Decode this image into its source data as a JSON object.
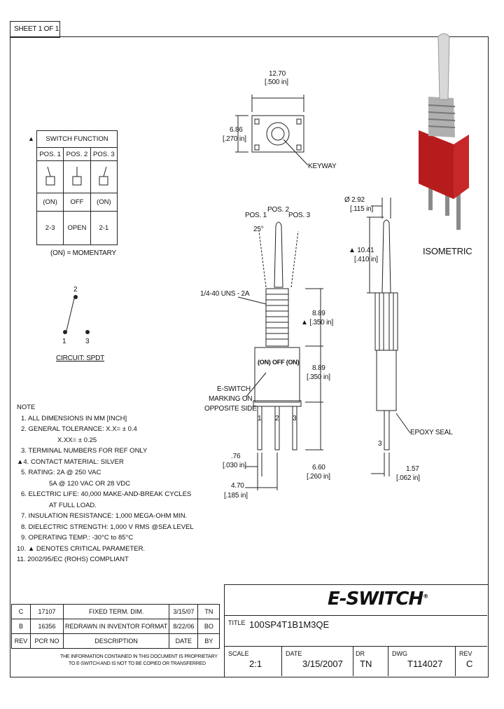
{
  "sheet": "SHEET 1 OF 1",
  "switch_function": {
    "header": "SWITCH FUNCTION",
    "marker": "▲",
    "positions": [
      "POS. 1",
      "POS. 2",
      "POS. 3"
    ],
    "row_function": [
      "(ON)",
      "OFF",
      "(ON)"
    ],
    "row_terminals": [
      "2-3",
      "OPEN",
      "2-1"
    ],
    "footnote": "(ON) = MOMENTARY"
  },
  "circuit": {
    "terminal_2": "2",
    "terminal_1": "1",
    "terminal_3": "3",
    "label": "CIRCUIT: SPDT"
  },
  "top_view": {
    "width_mm": "12.70",
    "width_in": "[.500 in]",
    "height_mm": "6.86",
    "height_in": "[.270 in]",
    "keyway": "KEYWAY"
  },
  "front_view": {
    "pos1": "POS. 1",
    "pos2": "POS. 2",
    "pos3": "POS. 3",
    "angle": "25°",
    "thread": "1/4-40 UNS - 2A",
    "bushing_mm": "8.89",
    "bushing_in": "[.350 in]",
    "body_mm": "8.89",
    "body_in": "[.350 in]",
    "body_text": "(ON) OFF (ON)",
    "marking": [
      "E-SWITCH",
      "MARKING ON",
      "OPPOSITE SIDE"
    ],
    "pin_width_mm": ".76",
    "pin_width_in": "[.030 in]",
    "pin_len_mm": "6.60",
    "pin_len_in": "[.260 in]",
    "pitch_mm": "4.70",
    "pitch_in": "[.185 in]",
    "pin_labels": [
      "1",
      "2",
      "3"
    ]
  },
  "side_view": {
    "dia_mm": "Ø 2.92",
    "dia_in": "[.115 in]",
    "lever_mm": "10.41",
    "lever_in": "[.410 in]",
    "seal": "EPOXY SEAL",
    "pin_label": "3",
    "pin_mm": "1.57",
    "pin_in": "[.062 in]"
  },
  "isometric": "ISOMETRIC",
  "notes": {
    "title": "NOTE",
    "lines": [
      "1. ALL DIMENSIONS IN MM [INCH]",
      "2. GENERAL TOLERANCE: X.X= ± 0.4",
      "X.XX= ± 0.25",
      "3. TERMINAL NUMBERS FOR REF ONLY",
      "▲4. CONTACT MATERIAL: SILVER",
      "5. RATING: 2A @ 250 VAC",
      "5A @ 120 VAC OR 28 VDC",
      "6. ELECTRIC LIFE: 40,000 MAKE-AND-BREAK CYCLES",
      "AT FULL LOAD.",
      "7. INSULATION RESISTANCE: 1,000 MEGA-OHM MIN.",
      "8. DIELECTRIC STRENGTH: 1,000 V RMS @SEA LEVEL",
      "9. OPERATING TEMP.: -30°C to 85°C",
      "10. ▲ DENOTES CRITICAL PARAMETER.",
      "11. 2002/95/EC (ROHS) COMPLIANT"
    ]
  },
  "revisions": {
    "rows": [
      [
        "C",
        "17107",
        "FIXED TERM. DIM.",
        "3/15/07",
        "TN"
      ],
      [
        "B",
        "16356",
        "REDRAWN IN INVENTOR FORMAT",
        "8/22/06",
        "BO"
      ]
    ],
    "header": [
      "REV",
      "PCR NO",
      "DESCRIPTION",
      "DATE",
      "BY"
    ],
    "disclaimer": [
      "THE INFORMATION CONTAINED IN THIS DOCUMENT IS PROPRIETARY",
      "TO E-SWITCH AND IS NOT TO BE COPIED OR TRANSFERRED"
    ]
  },
  "title_block": {
    "logo": "E-SWITCH",
    "logo_mark": "®",
    "title_label": "TITLE",
    "title_value": "100SP4T1B1M3QE",
    "scale_label": "SCALE",
    "scale_value": "2:1",
    "date_label": "DATE",
    "date_value": "3/15/2007",
    "dr_label": "DR",
    "dr_value": "TN",
    "dwg_label": "DWG",
    "dwg_value": "T114027",
    "rev_label": "REV",
    "rev_value": "C"
  }
}
